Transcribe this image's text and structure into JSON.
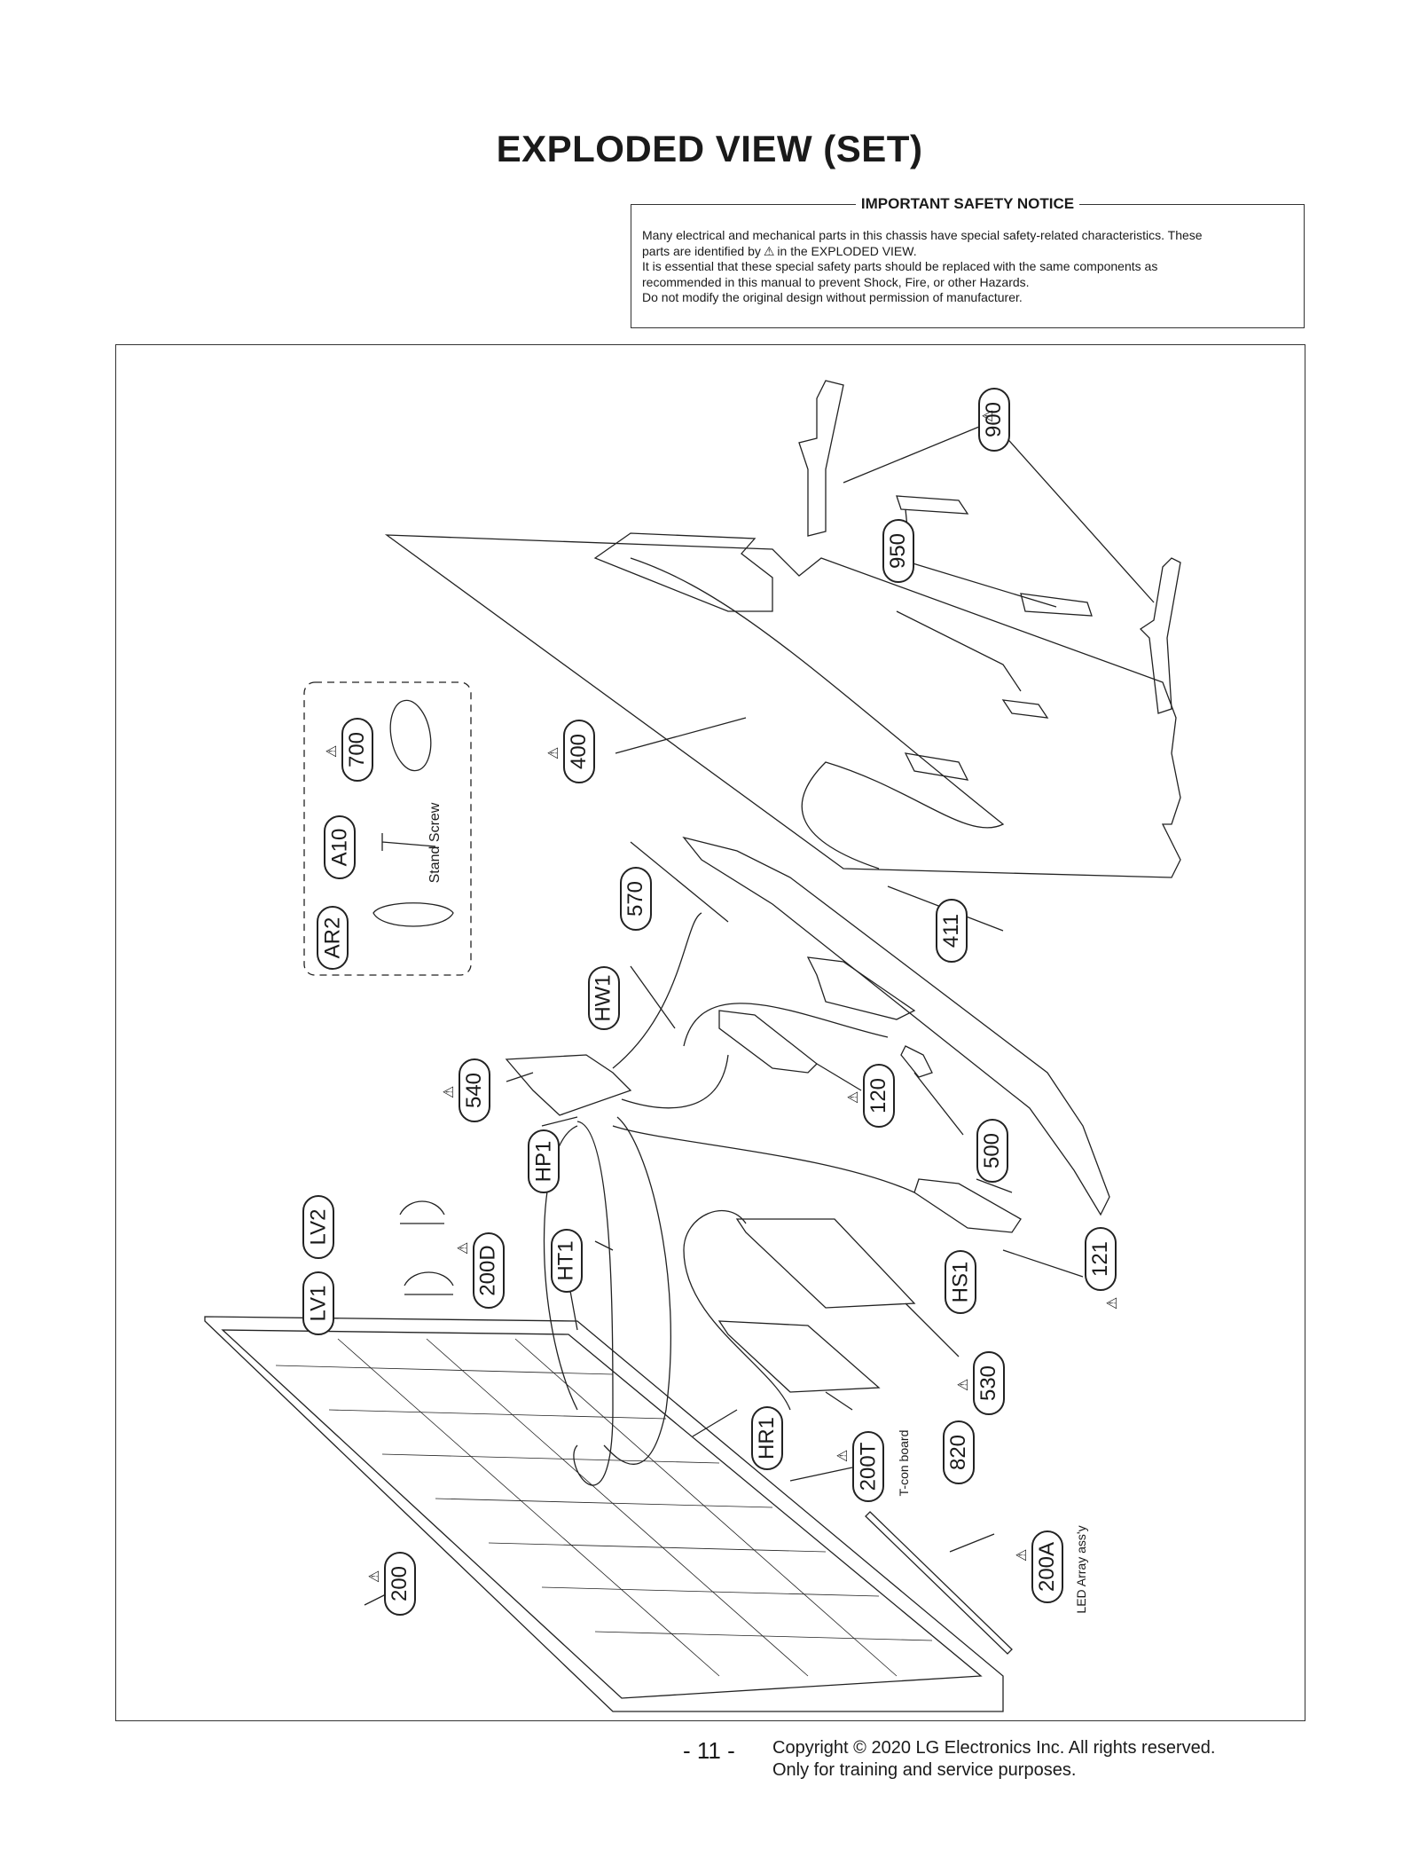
{
  "title": "EXPLODED VIEW (SET)",
  "notice": {
    "heading": "IMPORTANT SAFETY NOTICE",
    "line1": "Many electrical and mechanical parts in this chassis have special safety-related characteristics. These",
    "line2a": "parts are identified by",
    "line2b": "in the EXPLODED VIEW.",
    "line3": "It is essential that these special safety parts should be replaced with the same components as",
    "line4": "recommended in this manual to prevent Shock, Fire, or other Hazards.",
    "line5": "Do not modify the original design without permission of manufacturer."
  },
  "parts": {
    "p900": "900",
    "p950": "950",
    "p400": "400",
    "p700": "700",
    "pA10": "A10",
    "pAR2": "AR2",
    "p570": "570",
    "p411": "411",
    "pHW1": "HW1",
    "p540": "540",
    "p120": "120",
    "p500": "500",
    "pHP1": "HP1",
    "pLV2": "LV2",
    "pLV1": "LV1",
    "p200D": "200D",
    "pHT1": "HT1",
    "pHS1": "HS1",
    "p121": "121",
    "p530": "530",
    "pHR1": "HR1",
    "p820": "820",
    "p200T": "200T",
    "p200": "200",
    "p200A": "200A"
  },
  "labels": {
    "stand_screw": "Stand Screw",
    "tcon_board": "T-con board",
    "led_array": "LED Array ass'y"
  },
  "footer": {
    "page": "- 11 -",
    "copyright": "Copyright © 2020 LG Electronics Inc. All rights reserved.",
    "purpose": "Only for training and service purposes."
  }
}
